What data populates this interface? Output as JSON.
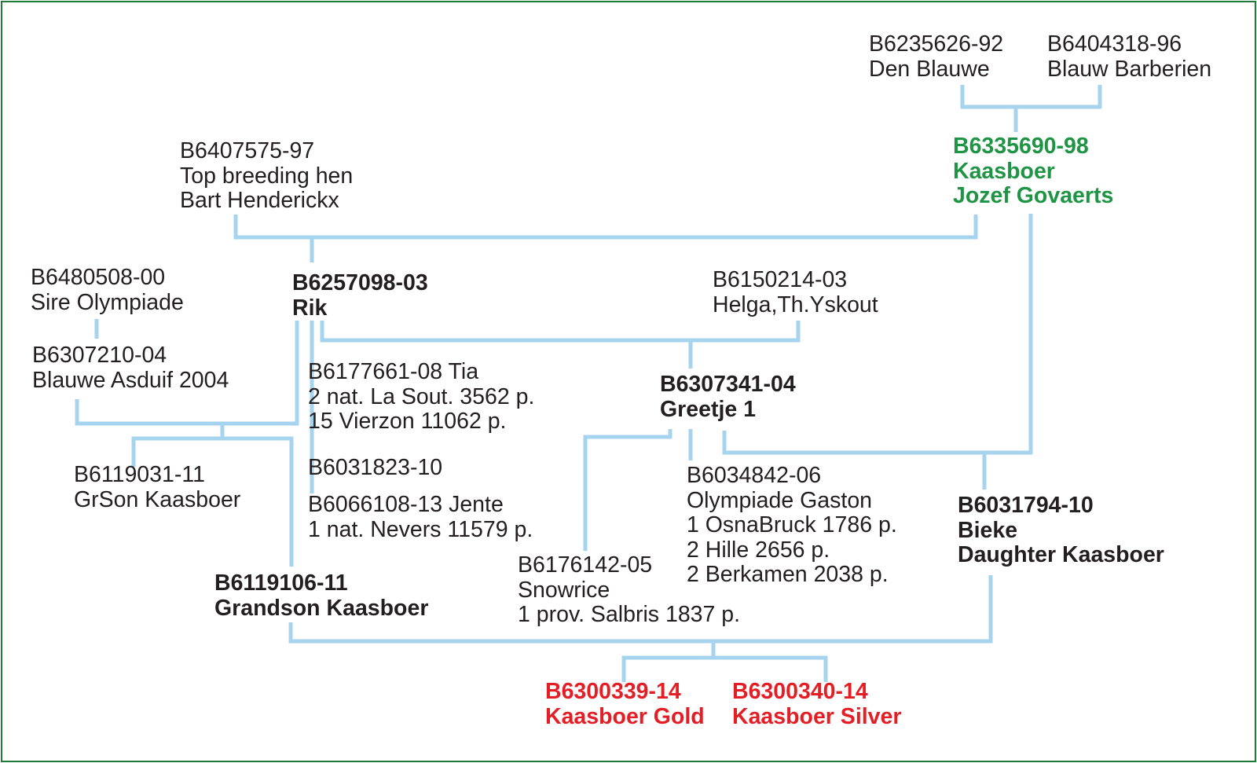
{
  "colors": {
    "line": "#a6d3ee",
    "frame": "#1e7b3c",
    "text": "#231f20",
    "highlight_green": "#1e9444",
    "highlight_red": "#e31e25"
  },
  "nodes": {
    "den_blauwe": [
      "B6235626-92",
      "Den Blauwe"
    ],
    "blauw_barberien": [
      "B6404318-96",
      "Blauw Barberien"
    ],
    "kaasboer": [
      "B6335690-98",
      "Kaasboer",
      "Jozef Govaerts"
    ],
    "top_breeding_hen": [
      "B6407575-97",
      "Top breeding hen",
      "Bart Henderickx"
    ],
    "rik": [
      "B6257098-03",
      "Rik"
    ],
    "sire_olympiade": [
      "B6480508-00",
      "Sire Olympiade"
    ],
    "helga": [
      "B6150214-03",
      "Helga,Th.Yskout"
    ],
    "blauwe_asduif": [
      "B6307210-04",
      "Blauwe Asduif 2004"
    ],
    "tia": [
      "B6177661-08 Tia",
      "2 nat. La Sout. 3562 p.",
      "15 Vierzon 11062 p."
    ],
    "greetje": [
      "B6307341-04",
      "Greetje 1"
    ],
    "b6031823": [
      "B6031823-10"
    ],
    "grson_kaasboer": [
      "B6119031-11",
      "GrSon Kaasboer"
    ],
    "jente": [
      "B6066108-13 Jente",
      "1 nat. Nevers 11579 p."
    ],
    "olympiade_gaston": [
      "B6034842-06",
      "Olympiade Gaston",
      "1 OsnaBruck 1786 p.",
      "2 Hille 2656 p.",
      "2 Berkamen 2038 p."
    ],
    "bieke": [
      "B6031794-10",
      "Bieke",
      "Daughter Kaasboer"
    ],
    "snowrice": [
      "B6176142-05",
      "Snowrice",
      "1 prov. Salbris 1837 p."
    ],
    "grandson_kaasboer": [
      "B6119106-11",
      "Grandson Kaasboer"
    ],
    "kaasboer_gold": [
      "B6300339-14",
      "Kaasboer Gold"
    ],
    "kaasboer_silver": [
      "B6300340-14",
      "Kaasboer Silver"
    ]
  }
}
